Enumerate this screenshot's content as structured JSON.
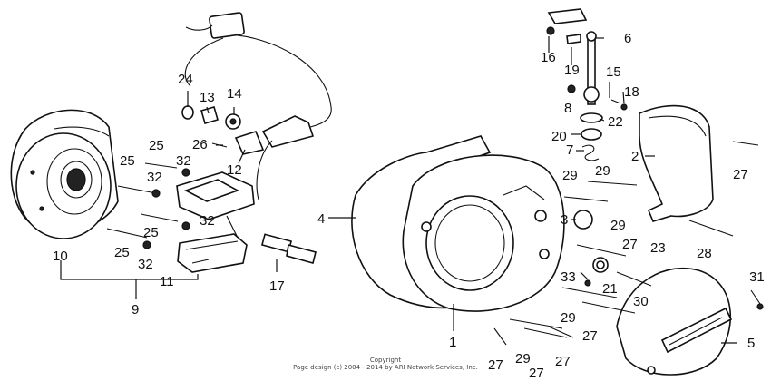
{
  "callouts": [
    {
      "id": "c1",
      "text": "1"
    },
    {
      "id": "c2",
      "text": "2"
    },
    {
      "id": "c3",
      "text": "3"
    },
    {
      "id": "c4",
      "text": "4"
    },
    {
      "id": "c5",
      "text": "5"
    },
    {
      "id": "c6",
      "text": "6"
    },
    {
      "id": "c7",
      "text": "7"
    },
    {
      "id": "c8",
      "text": "8"
    },
    {
      "id": "c9",
      "text": "9"
    },
    {
      "id": "c10",
      "text": "10"
    },
    {
      "id": "c11",
      "text": "11"
    },
    {
      "id": "c12",
      "text": "12"
    },
    {
      "id": "c13",
      "text": "13"
    },
    {
      "id": "c14",
      "text": "14"
    },
    {
      "id": "c15",
      "text": "15"
    },
    {
      "id": "c16",
      "text": "16"
    },
    {
      "id": "c17",
      "text": "17"
    },
    {
      "id": "c18",
      "text": "18"
    },
    {
      "id": "c19",
      "text": "19"
    },
    {
      "id": "c20",
      "text": "20"
    },
    {
      "id": "c21",
      "text": "21"
    },
    {
      "id": "c22",
      "text": "22"
    },
    {
      "id": "c23",
      "text": "23"
    },
    {
      "id": "c24",
      "text": "24"
    },
    {
      "id": "c25a",
      "text": "25"
    },
    {
      "id": "c25b",
      "text": "25"
    },
    {
      "id": "c25c",
      "text": "25"
    },
    {
      "id": "c25d",
      "text": "25"
    },
    {
      "id": "c26",
      "text": "26"
    },
    {
      "id": "c27a",
      "text": "27"
    },
    {
      "id": "c27b",
      "text": "27"
    },
    {
      "id": "c27c",
      "text": "27"
    },
    {
      "id": "c27d",
      "text": "27"
    },
    {
      "id": "c27e",
      "text": "27"
    },
    {
      "id": "c27f",
      "text": "27"
    },
    {
      "id": "c28",
      "text": "28"
    },
    {
      "id": "c29a",
      "text": "29"
    },
    {
      "id": "c29b",
      "text": "29"
    },
    {
      "id": "c29c",
      "text": "29"
    },
    {
      "id": "c29d",
      "text": "29"
    },
    {
      "id": "c29e",
      "text": "29"
    },
    {
      "id": "c30",
      "text": "30"
    },
    {
      "id": "c31",
      "text": "31"
    },
    {
      "id": "c32a",
      "text": "32"
    },
    {
      "id": "c32b",
      "text": "32"
    },
    {
      "id": "c32c",
      "text": "32"
    },
    {
      "id": "c32d",
      "text": "32"
    },
    {
      "id": "c33",
      "text": "33"
    }
  ],
  "copyright": {
    "line1": "Copyright",
    "line2": "Page design (c) 2004 - 2014 by ARI Network Services, Inc."
  }
}
